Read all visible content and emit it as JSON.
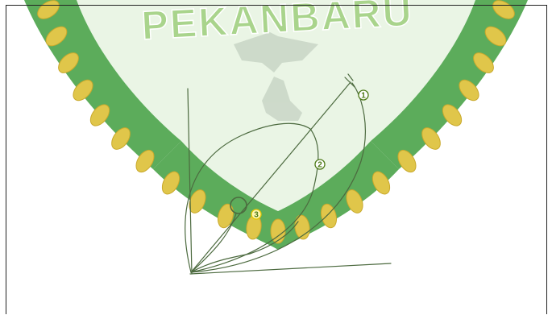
{
  "watermark": {
    "text": "PEKANBARU",
    "green": "#3f9d3e",
    "gold": "#e0c64a",
    "pale_green": "#a9d48c"
  },
  "diagram": {
    "stroke_color": "#4c6a3f",
    "label_colors": {
      "olive": "#4d7a16",
      "yellow": "#e5c600"
    },
    "curve_labels": [
      {
        "id": "1",
        "text": "1"
      },
      {
        "id": "2",
        "text": "2"
      },
      {
        "id": "3",
        "text": "3"
      }
    ]
  }
}
